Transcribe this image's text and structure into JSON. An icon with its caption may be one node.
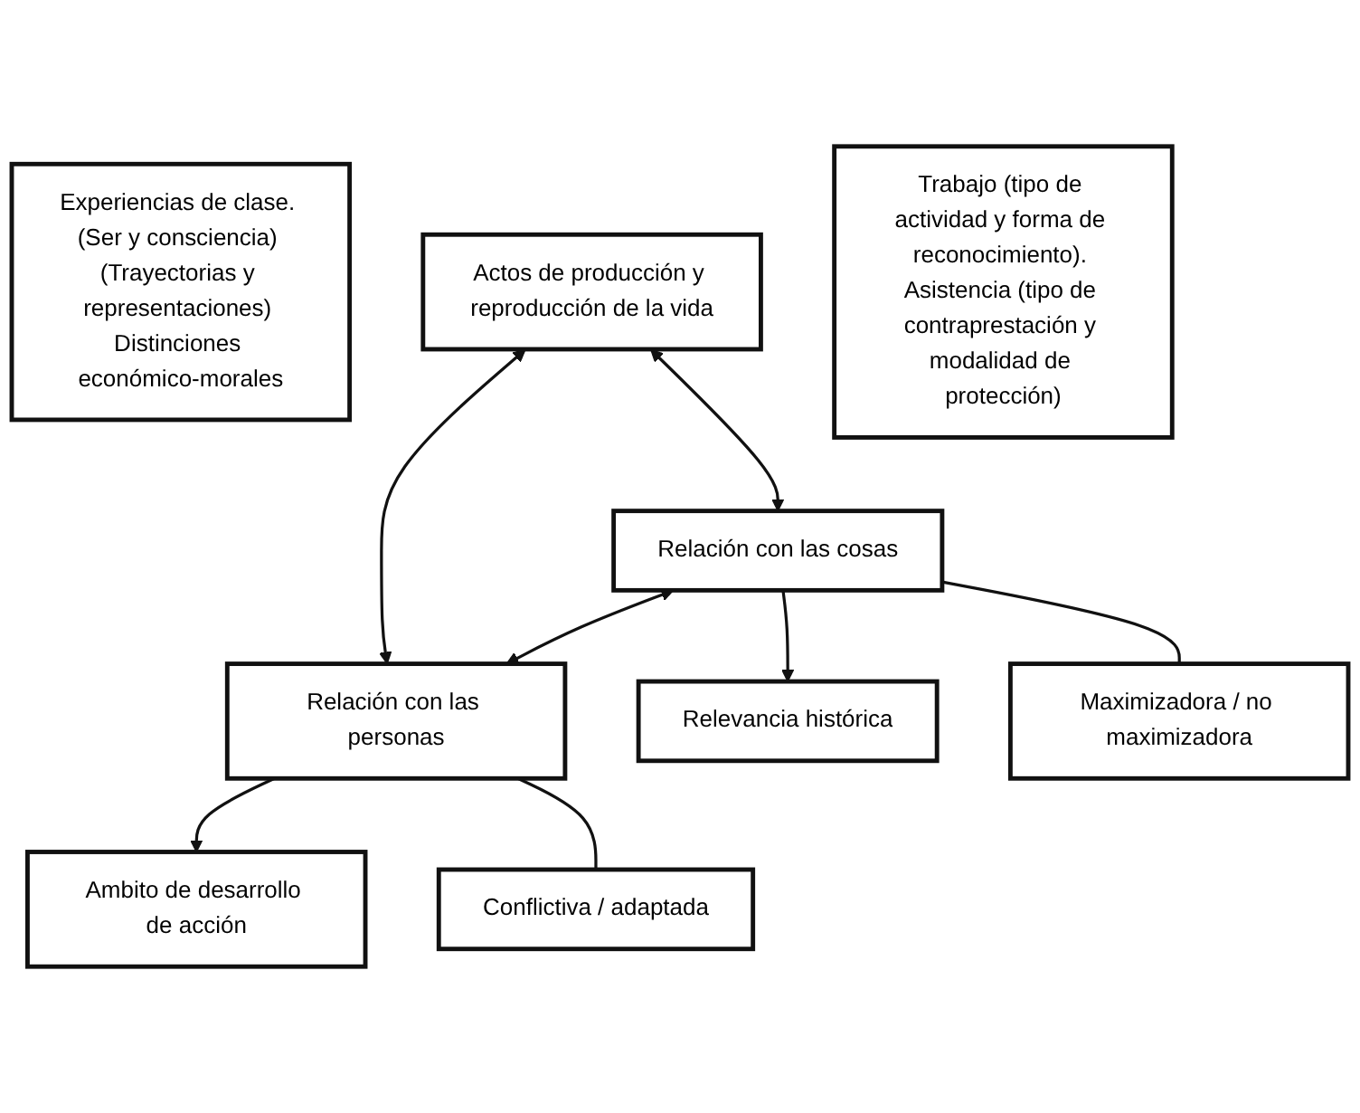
{
  "diagram": {
    "nodes": [
      {
        "text": [
          "Experiencias de clase. (Ser y consciencia) (Trayectorias y representaciones) Distinciones económico-morales"
        ]
      },
      {
        "text": [
          "Actos de producción y reproducción de la vida"
        ]
      },
      {
        "text": [
          "Relación con las cosas"
        ]
      },
      {
        "text": [
          "Relación con las personas"
        ]
      },
      {
        "text": [
          "Relevancia histórica"
        ]
      },
      {
        "text": [
          "Ambito de desarrollo de acción"
        ]
      },
      {
        "text": [
          "Trabajo (tipo de actividad y forma de reconocimiento). Asistencia (tipo de contraprestación y modalidad de protección)"
        ]
      },
      {
        "text": [
          "Maximizadora / no maximizadora"
        ]
      },
      {
        "text": [
          "Conflictiva / adaptada"
        ]
      }
    ],
    "edges": [
      {
        "from": 1,
        "to": 2,
        "arrow": "both"
      },
      {
        "from": 1,
        "to": 3,
        "arrow": "both"
      },
      {
        "from": 2,
        "to": 3,
        "arrow": "both"
      },
      {
        "from": 2,
        "to": 4,
        "arrow": "to"
      },
      {
        "from": 3,
        "to": 5,
        "arrow": "to"
      },
      {
        "from": 2,
        "to": 7,
        "arrow": "none"
      },
      {
        "from": 3,
        "to": 8,
        "arrow": "none"
      }
    ]
  }
}
